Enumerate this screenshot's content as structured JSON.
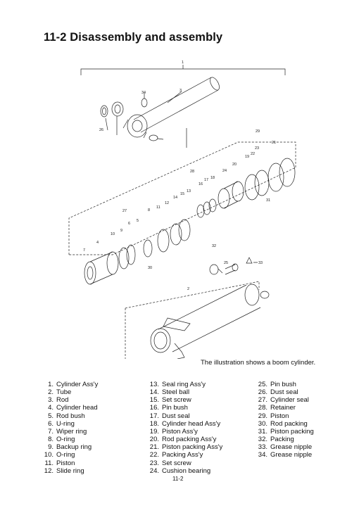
{
  "title": "11-2  Disassembly and assembly",
  "caption": "The illustration shows a boom cylinder.",
  "page_number": "11-2",
  "callouts": [
    "1",
    "2",
    "3",
    "4",
    "5",
    "6",
    "7",
    "8",
    "9",
    "10",
    "11",
    "12",
    "13",
    "14",
    "15",
    "16",
    "17",
    "18",
    "19",
    "20",
    "21",
    "22",
    "23",
    "24",
    "25",
    "26",
    "27",
    "28",
    "29",
    "30",
    "31",
    "32",
    "33",
    "34"
  ],
  "parts": [
    {
      "num": "1.",
      "name": "Cylinder Ass'y"
    },
    {
      "num": "2.",
      "name": "Tube"
    },
    {
      "num": "3.",
      "name": "Rod"
    },
    {
      "num": "4.",
      "name": "Cylinder head"
    },
    {
      "num": "5.",
      "name": "Rod bush"
    },
    {
      "num": "6.",
      "name": "U-ring"
    },
    {
      "num": "7.",
      "name": "Wiper ring"
    },
    {
      "num": "8.",
      "name": "O-ring"
    },
    {
      "num": "9.",
      "name": "Backup ring"
    },
    {
      "num": "10.",
      "name": "O-ring"
    },
    {
      "num": "11.",
      "name": "Piston"
    },
    {
      "num": "12.",
      "name": "Slide ring"
    },
    {
      "num": "13.",
      "name": "Seal ring Ass'y"
    },
    {
      "num": "14.",
      "name": "Steel ball"
    },
    {
      "num": "15.",
      "name": "Set screw"
    },
    {
      "num": "16.",
      "name": "Pin bush"
    },
    {
      "num": "17.",
      "name": "Dust seal"
    },
    {
      "num": "18.",
      "name": "Cylinder head Ass'y"
    },
    {
      "num": "19.",
      "name": "Piston Ass'y"
    },
    {
      "num": "20.",
      "name": "Rod packing Ass'y"
    },
    {
      "num": "21.",
      "name": "Piston packing Ass'y"
    },
    {
      "num": "22.",
      "name": "Packing Ass'y"
    },
    {
      "num": "23.",
      "name": "Set screw"
    },
    {
      "num": "24.",
      "name": "Cushion bearing"
    },
    {
      "num": "25.",
      "name": "Pin bush"
    },
    {
      "num": "26.",
      "name": "Dust seal"
    },
    {
      "num": "27.",
      "name": "Cylinder seal"
    },
    {
      "num": "28.",
      "name": "Retainer"
    },
    {
      "num": "29.",
      "name": "Piston"
    },
    {
      "num": "30.",
      "name": "Rod packing"
    },
    {
      "num": "31.",
      "name": "Piston packing"
    },
    {
      "num": "32.",
      "name": "Packing"
    },
    {
      "num": "33.",
      "name": "Grease nipple"
    },
    {
      "num": "34.",
      "name": "Grease nipple"
    }
  ]
}
